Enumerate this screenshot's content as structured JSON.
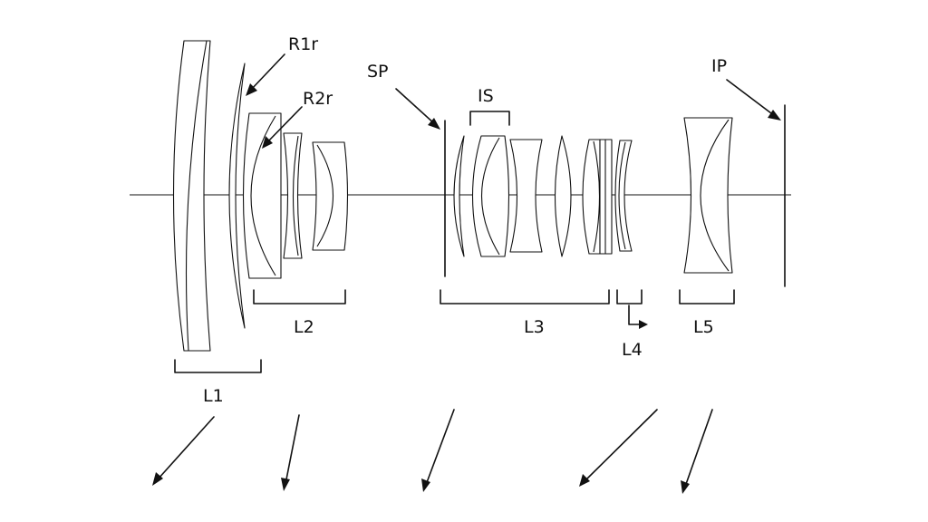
{
  "colors": {
    "background": "#ffffff",
    "ink": "#111111"
  },
  "labels": {
    "r1r": "R1r",
    "r2r": "R2r",
    "sp": "SP",
    "is": "IS",
    "ip": "IP",
    "l1": "L1",
    "l2": "L2",
    "l3": "L3",
    "l4": "L4",
    "l5": "L5"
  }
}
